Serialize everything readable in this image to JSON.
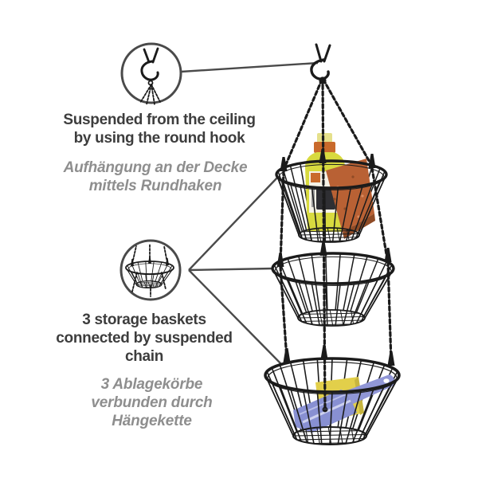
{
  "figure": {
    "background": "#ffffff",
    "subject": "3-tier hanging kitchen wire basket with chain suspension"
  },
  "annotations": [
    {
      "id": "hook",
      "icon": "round-hook-icon",
      "title_lines": [
        "Suspended from the ceiling",
        "by using the round hook"
      ],
      "subtitle_lines": [
        "Aufhängung an der Decke",
        "mittels Rundhaken"
      ]
    },
    {
      "id": "baskets",
      "icon": "hanging-basket-icon",
      "title_lines": [
        "3 storage baskets",
        "connected by suspended",
        "chain"
      ],
      "subtitle_lines": [
        "3 Ablagekörbe",
        "verbunden durch",
        "Hängekette"
      ]
    }
  ],
  "product": {
    "parts": [
      "round hook",
      "suspension chain",
      "top basket",
      "middle basket",
      "bottom basket"
    ],
    "top_basket_items": [
      "detergent bottle",
      "scrub sponge"
    ],
    "middle_basket_items": [],
    "bottom_basket_items": [
      "dish sponge",
      "dish brush"
    ]
  },
  "colors": {
    "title_text": "#3d3d3d",
    "subtitle_text": "#8e8e8e",
    "callout": "#4a4a4a",
    "wire": "#1b1b1b",
    "bottle_body": "#d8da3f",
    "bottle_cap_band": "#c96a2b",
    "bottle_cap_top": "#e5e08b",
    "bottle_label": "#f5f2e6",
    "scrub_sponge": "#b96134",
    "dish_sponge": "#e2cf4a",
    "dish_brush": "#9096d6"
  }
}
